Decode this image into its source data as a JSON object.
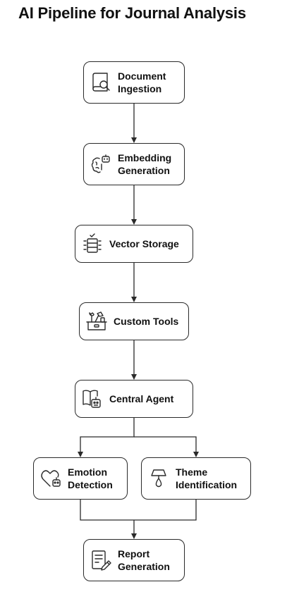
{
  "title": "AI Pipeline for Journal Analysis",
  "nodes": {
    "document_ingestion": {
      "label": "Document\nIngestion",
      "icon": "book-search-icon"
    },
    "embedding_generation": {
      "label": "Embedding\nGeneration",
      "icon": "brain-robot-icon"
    },
    "vector_storage": {
      "label": "Vector Storage",
      "icon": "database-check-icon"
    },
    "custom_tools": {
      "label": "Custom Tools",
      "icon": "toolbox-icon"
    },
    "central_agent": {
      "label": "Central Agent",
      "icon": "book-robot-icon"
    },
    "emotion_detection": {
      "label": "Emotion\nDetection",
      "icon": "heart-robot-icon"
    },
    "theme_identification": {
      "label": "Theme\nIdentification",
      "icon": "lamp-icon"
    },
    "report_generation": {
      "label": "Report\nGeneration",
      "icon": "report-pencil-icon"
    }
  },
  "colors": {
    "stroke": "#2a2a2a",
    "text": "#111111",
    "background": "#ffffff"
  }
}
